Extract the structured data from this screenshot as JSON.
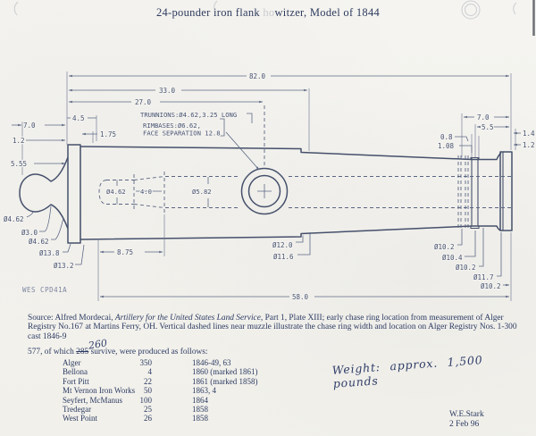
{
  "title": {
    "part1": "24-pounder iron flank ",
    "faded": "ho",
    "part2": "witzer, Model of 1844"
  },
  "drawing": {
    "stamp": "WES CPD41A",
    "dims": {
      "overall": "82.0",
      "to_step": "33.0",
      "to_trunnion": "27.0",
      "d4_5": "4.5",
      "d1_75": "1.75",
      "trunnions_note": "TRUNNIONS:Ø4.62,3.25 LONG",
      "rimbases_note": "RIMBASES:Ø6.62,",
      "face_sep_note": "FACE SEPARATION 12.8",
      "breech_7_0": "7.0",
      "breech_1_2": "1.2",
      "breech_5_55": "5.55",
      "knob_dia": "Ø4.62",
      "neck_dia": "Ø3.0",
      "fillet_dia": "Ø4.62",
      "base_ring_dia": "Ø13.8",
      "breech_dia": "Ø13.2",
      "chamber_dia": "Ø4.62",
      "chamber_len": "4.0",
      "bore_dia": "Ø5.82",
      "reinforce_dia": "Ø12.0",
      "chase_start_dia": "Ø11.6",
      "chamber_depth": "8.75",
      "bore_len": "58.0",
      "muzzle_7_0": "7.0",
      "muzzle_5_5": "5.5",
      "muzzle_0_8": "0.8",
      "muzzle_1_08": "1.08",
      "muzzle_1_4": "1.4",
      "muzzle_1_2": "1.2",
      "chase_dia_1": "Ø10.2",
      "chase_ring_dia": "Ø10.4",
      "chase_dia_2": "Ø10.2",
      "muzzle_swell_dia": "Ø11.7",
      "muzzle_face_dia": "Ø10.2"
    }
  },
  "source_note": {
    "prefix": "Source: Alfred Mordecai, ",
    "book_title": "Artillery for the United States Land Service,",
    "rest": "  Part 1, Plate XIII; early chase ring location from measurement of Alger Registry No.167 at Martins Ferry, OH.  Vertical dashed lines near muzzle illustrate the chase ring width and location on Alger Registry Nos. 1-300 cast 1846-9"
  },
  "production": {
    "handwritten_correction": "260",
    "intro_prefix": "577, of which ",
    "survivors_struck": "285",
    "intro_suffix": " survive, were produced as follows:",
    "rows": [
      {
        "maker": "Alger",
        "qty": "350",
        "years": "1846-49, 63"
      },
      {
        "maker": "Bellona",
        "qty": "4",
        "years": "1860 (marked 1861)"
      },
      {
        "maker": "Fort Pitt",
        "qty": "22",
        "years": "1861 (marked 1858)"
      },
      {
        "maker": "Mt Vernon Iron Works",
        "qty": "50",
        "years": "1863, 4"
      },
      {
        "maker": "Seyfert, McManus",
        "qty": "100",
        "years": "1864"
      },
      {
        "maker": "Tredegar",
        "qty": "25",
        "years": "1858"
      },
      {
        "maker": "West Point",
        "qty": "26",
        "years": "1858"
      }
    ]
  },
  "handwritten_note": "Weight: approx. 1,500 pounds",
  "credit": {
    "name": "W.E.Stark",
    "date": "2 Feb 96"
  },
  "colors": {
    "paper": "#f3f2ee",
    "ink": "#2b3a62",
    "line": "#45506b"
  }
}
